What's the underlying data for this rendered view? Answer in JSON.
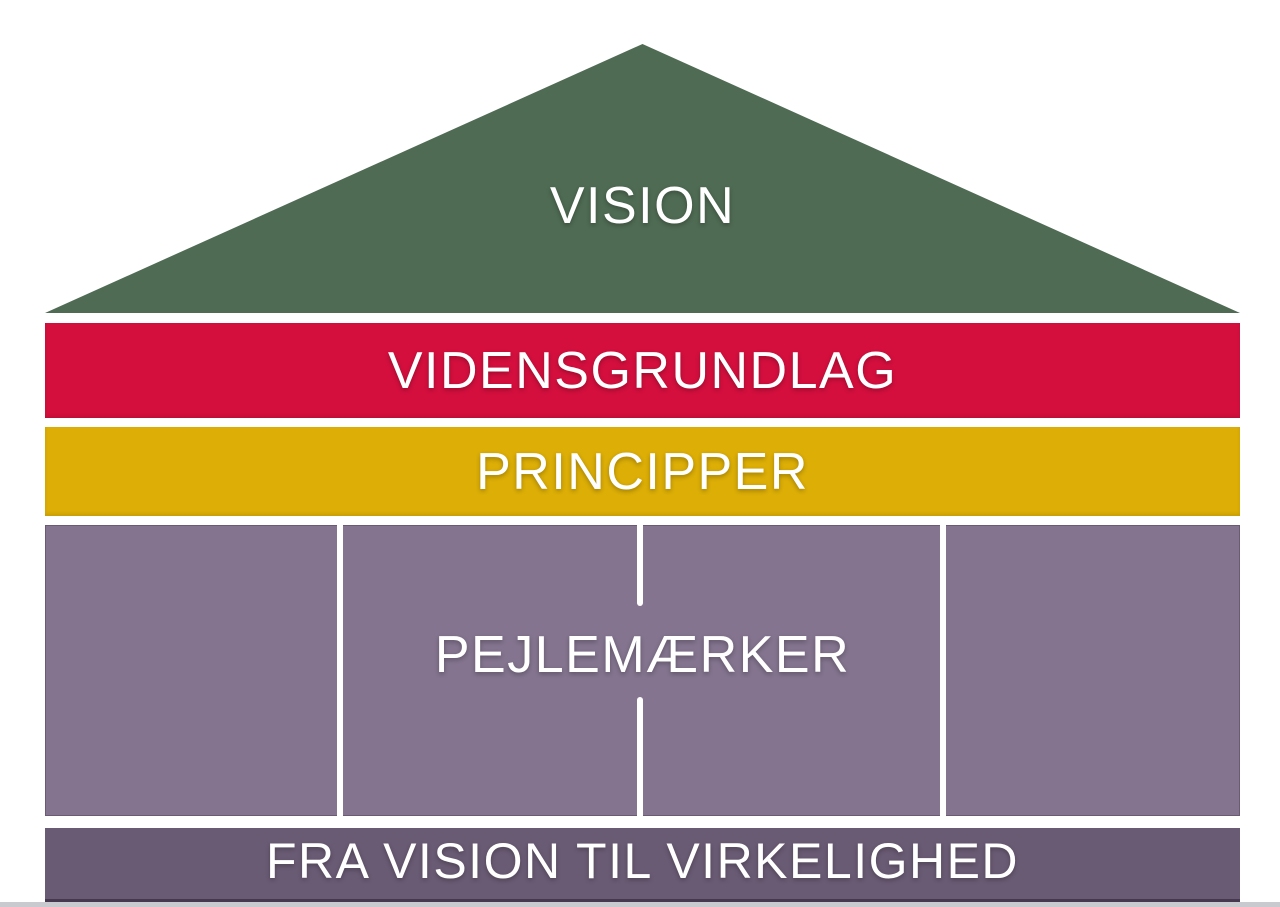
{
  "diagram": {
    "title_semantic": "strategy house model",
    "roof": {
      "label": "VISION"
    },
    "knowledge_bar": {
      "label": "VIDENSGRUNDLAG"
    },
    "principles_bar": {
      "label": "PRINCIPPER"
    },
    "pillars": {
      "label": "PEJLEMÆRKER",
      "column_count": 4
    },
    "foundation_bar": {
      "label": "FRA VISION TIL VIRKELIGHED"
    }
  },
  "colors": {
    "page-bg": "#ffffff",
    "roof-green": "#4f6b53",
    "knowledge-red": "#d40f3e",
    "principles-yellow": "#dcae06",
    "pillar-purple": "#84748f",
    "foundation-purple": "#6a5b74",
    "divider-white": "#ffffff",
    "bottom-strip-grey": "#c9cacf",
    "label-white": "#ffffff"
  }
}
